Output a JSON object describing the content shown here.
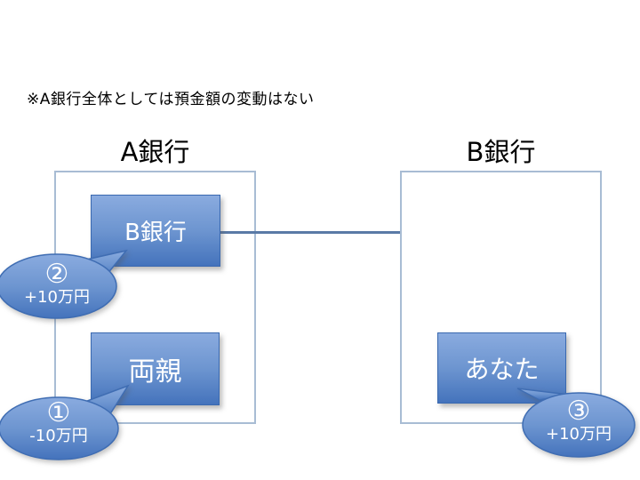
{
  "note": "※A銀行全体としては預金額の変動はない",
  "bank_a": {
    "title": "A銀行",
    "nodes": [
      {
        "label": "B銀行"
      },
      {
        "label": "両親"
      }
    ]
  },
  "bank_b": {
    "title": "B銀行",
    "nodes": [
      {
        "label": "あなた"
      }
    ]
  },
  "connector": {
    "from": "B銀行(A銀行内の口座)",
    "to": "B銀行"
  },
  "callouts": [
    {
      "number": "②",
      "amount": "+10万円",
      "points_to": "B銀行"
    },
    {
      "number": "①",
      "amount": "-10万円",
      "points_to": "両親"
    },
    {
      "number": "③",
      "amount": "+10万円",
      "points_to": "あなた"
    }
  ],
  "colors": {
    "node_gradient_top": "#8aabdf",
    "node_gradient_bottom": "#4473bc",
    "node_border": "#3a69b0",
    "frame_border": "#a8bcd4",
    "connector_line": "#5a7aa6",
    "node_text": "#ffffff",
    "note_text": "#000000",
    "background": "#ffffff"
  }
}
